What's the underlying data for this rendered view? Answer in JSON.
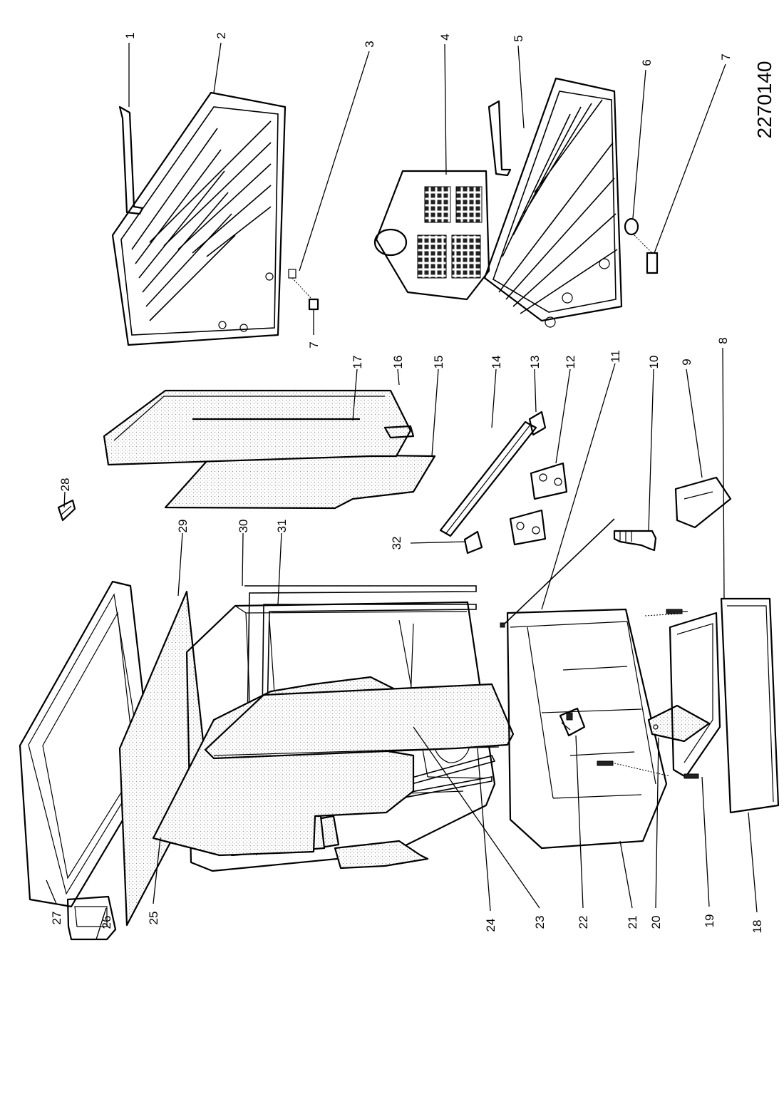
{
  "diagram": {
    "drawing_code": "2270140",
    "callouts": [
      {
        "id": "c1",
        "number": "1"
      },
      {
        "id": "c2",
        "number": "2"
      },
      {
        "id": "c3",
        "number": "3"
      },
      {
        "id": "c4",
        "number": "4"
      },
      {
        "id": "c5",
        "number": "5"
      },
      {
        "id": "c6",
        "number": "6"
      },
      {
        "id": "c7a",
        "number": "7"
      },
      {
        "id": "c7b",
        "number": "7"
      },
      {
        "id": "c8",
        "number": "8"
      },
      {
        "id": "c9",
        "number": "9"
      },
      {
        "id": "c10",
        "number": "10"
      },
      {
        "id": "c11",
        "number": "11"
      },
      {
        "id": "c12",
        "number": "12"
      },
      {
        "id": "c13",
        "number": "13"
      },
      {
        "id": "c14",
        "number": "14"
      },
      {
        "id": "c15",
        "number": "15"
      },
      {
        "id": "c16",
        "number": "16"
      },
      {
        "id": "c17",
        "number": "17"
      },
      {
        "id": "c18",
        "number": "18"
      },
      {
        "id": "c19",
        "number": "19"
      },
      {
        "id": "c20",
        "number": "20"
      },
      {
        "id": "c21",
        "number": "21"
      },
      {
        "id": "c22",
        "number": "22"
      },
      {
        "id": "c23",
        "number": "23"
      },
      {
        "id": "c24",
        "number": "24"
      },
      {
        "id": "c25",
        "number": "25"
      },
      {
        "id": "c26",
        "number": "26"
      },
      {
        "id": "c27",
        "number": "27"
      },
      {
        "id": "c28",
        "number": "28"
      },
      {
        "id": "c29",
        "number": "29"
      },
      {
        "id": "c30",
        "number": "30"
      },
      {
        "id": "c31",
        "number": "31"
      },
      {
        "id": "c32",
        "number": "32"
      }
    ]
  }
}
